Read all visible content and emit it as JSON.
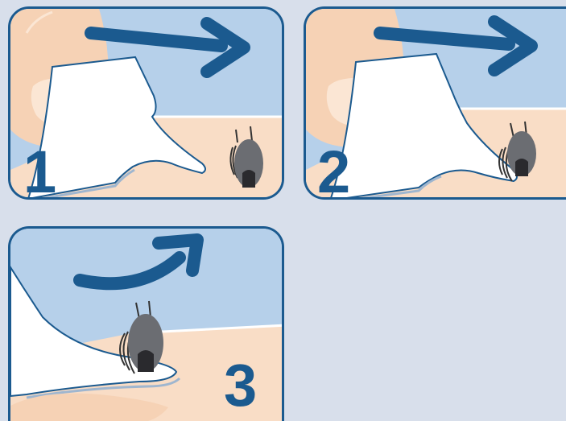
{
  "steps": [
    {
      "number": "1"
    },
    {
      "number": "2"
    },
    {
      "number": "3"
    }
  ],
  "colors": {
    "background": "#d8dfeb",
    "sky": "#b6d0ea",
    "skin": "#f9ddc6",
    "border": "#1b5a8f",
    "arrow": "#1b5a8f",
    "tick": "#6b6d72",
    "card": "#ffffff"
  },
  "icons": [
    "finger-icon",
    "tick-icon",
    "tick-card-icon",
    "arrow-right-icon",
    "curved-arrow-icon"
  ]
}
